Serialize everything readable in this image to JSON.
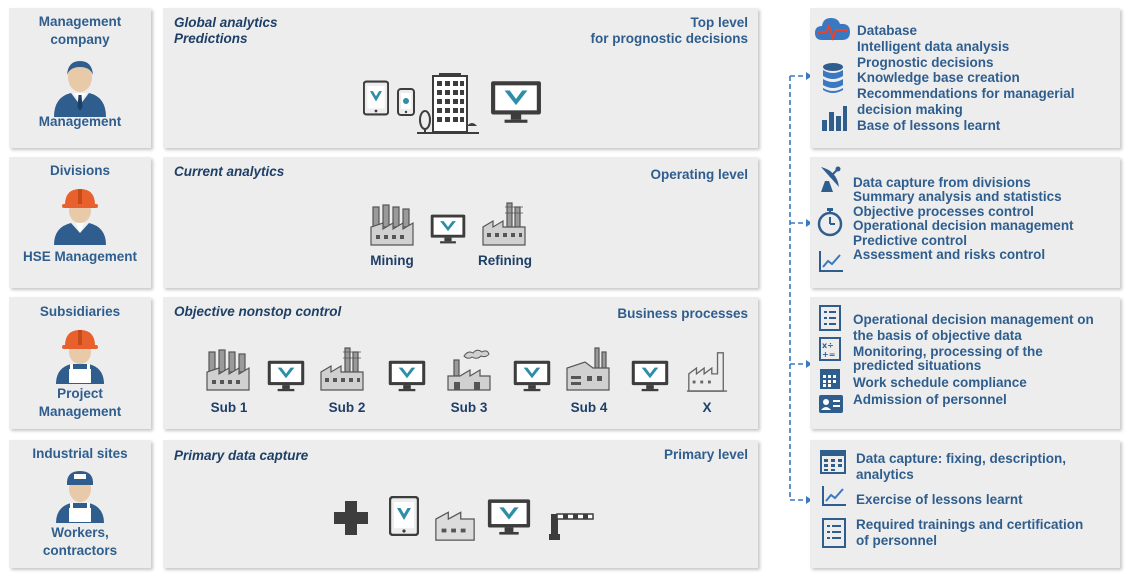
{
  "roles": [
    {
      "org": "Management\ncompany",
      "person": "Management",
      "icon": "manager-icon"
    },
    {
      "org": "Divisions",
      "person": "HSE Management",
      "icon": "engineer-icon"
    },
    {
      "org": "Subsidiaries",
      "person": "Project\nManagement",
      "icon": "worker-icon"
    },
    {
      "org": "Industrial sites",
      "person": "Workers,\ncontractors",
      "icon": "worker-cap-icon"
    }
  ],
  "levels": [
    {
      "title": "Global analytics\nPredictions",
      "right": "Top level\nfor prognostic decisions"
    },
    {
      "title": "Current analytics",
      "right": "Operating level",
      "labels": [
        "Mining",
        "Refining"
      ]
    },
    {
      "title": "Objective nonstop control",
      "right": "Business processes",
      "labels": [
        "Sub 1",
        "Sub 2",
        "Sub 3",
        "Sub 4",
        "X"
      ]
    },
    {
      "title": "Primary data capture",
      "right": "Primary level"
    }
  ],
  "panels": [
    {
      "lines": [
        "Database",
        "Intelligent data analysis",
        "Prognostic decisions",
        "Knowledge base creation",
        "Recommendations for managerial",
        "decision making",
        "Base of lessons learnt"
      ]
    },
    {
      "lines": [
        "Data capture from divisions",
        "Summary analysis and statistics",
        "Objective processes control",
        "Operational decision management",
        "Predictive control",
        "Assessment and risks control"
      ]
    },
    {
      "lines": [
        "Operational decision management on",
        "the basis of objective data",
        "Monitoring, processing of the",
        "predicted situations",
        "Work schedule compliance",
        "Admission of personnel"
      ]
    },
    {
      "lines": [
        "Data capture: fixing, description,",
        "analytics",
        "Exercise of lessons learnt",
        "Required trainings and certification",
        "of personnel"
      ]
    }
  ],
  "colors": {
    "accent": "#2f5e8e",
    "dark": "#1e3f66",
    "icon_blue": "#3a78c2",
    "orange": "#e8612c",
    "gray": "#555555",
    "box": "#ededed"
  }
}
